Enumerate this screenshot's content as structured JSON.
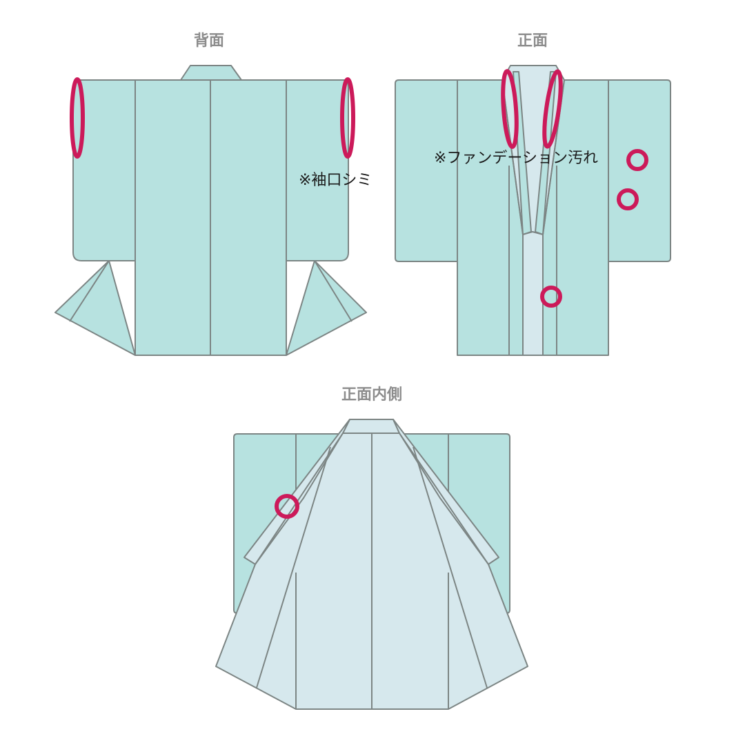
{
  "views": {
    "back": {
      "title": "背面",
      "note": "※袖口シミ"
    },
    "front": {
      "title": "正面",
      "note": "※ファンデーション汚れ"
    },
    "inside": {
      "title": "正面内側"
    }
  },
  "colors": {
    "outer_fabric": "#b7e2e0",
    "lining_fabric": "#d6e8ed",
    "outline": "#7c8584",
    "stain_marker": "#cc1a5a",
    "title_text": "#8c8c8c",
    "note_text": "#1a1a1a"
  }
}
